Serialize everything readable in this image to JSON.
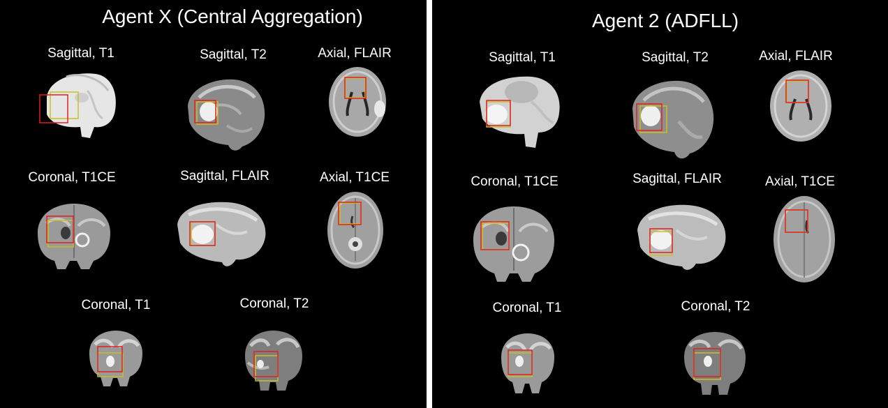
{
  "left": {
    "title": "Agent X (Central Aggregation)",
    "labels": {
      "sag_t1": "Sagittal, T1",
      "sag_t2": "Sagittal, T2",
      "ax_flair": "Axial, FLAIR",
      "cor_t1ce": "Coronal, T1CE",
      "sag_flair": "Sagittal, FLAIR",
      "ax_t1ce": "Axial, T1CE",
      "cor_t1": "Coronal, T1",
      "cor_t2": "Coronal, T2"
    }
  },
  "right": {
    "title": "Agent 2 (ADFLL)",
    "labels": {
      "sag_t1": "Sagittal, T1",
      "sag_t2": "Sagittal, T2",
      "ax_flair": "Axial, FLAIR",
      "cor_t1ce": "Coronal, T1CE",
      "sag_flair": "Sagittal, FLAIR",
      "ax_t1ce": "Axial, T1CE",
      "cor_t1": "Coronal, T1",
      "cor_t2": "Coronal, T2"
    }
  },
  "colors": {
    "background": "#000000",
    "divider": "#ffffff",
    "prediction_box": "#e02020",
    "ground_truth_box": "#c8c020"
  }
}
